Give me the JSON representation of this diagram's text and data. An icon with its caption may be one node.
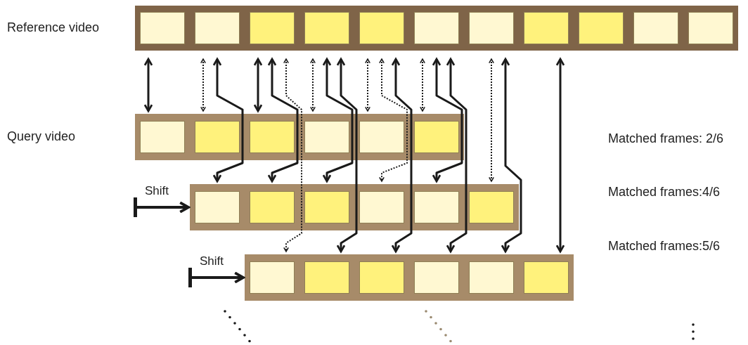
{
  "diagram": {
    "nodes": [
      {
        "text": [],
        "shape": "bar"
      },
      {
        "text": [],
        "shape": "box",
        "in": 0
      },
      {
        "text": [],
        "shape": "box",
        "in": 0
      },
      {
        "text": [],
        "shape": "box",
        "in": 0
      },
      {
        "text": [],
        "shape": "box",
        "in": 0
      },
      {
        "text": [],
        "shape": "box",
        "in": 0
      },
      {
        "text": [],
        "shape": "box",
        "in": 0
      },
      {
        "text": [],
        "shape": "box",
        "in": 0
      },
      {
        "text": [],
        "shape": "box",
        "in": 0
      },
      {
        "text": [],
        "shape": "box",
        "in": 0
      },
      {
        "text": [],
        "shape": "box",
        "in": 0
      },
      {
        "text": [],
        "shape": "box",
        "in": 0
      },
      {
        "text": [],
        "shape": "bar"
      },
      {
        "text": [],
        "shape": "box",
        "in": 12
      },
      {
        "text": [],
        "shape": "box",
        "in": 12
      },
      {
        "text": [],
        "shape": "box",
        "in": 12
      },
      {
        "text": [],
        "shape": "box",
        "in": 12
      },
      {
        "text": [],
        "shape": "box",
        "in": 12
      },
      {
        "text": [],
        "shape": "box",
        "in": 12
      },
      {
        "text": [],
        "shape": "bar"
      },
      {
        "text": [],
        "shape": "box",
        "in": 19
      },
      {
        "text": [],
        "shape": "box",
        "in": 19
      },
      {
        "text": [],
        "shape": "box",
        "in": 19
      },
      {
        "text": [],
        "shape": "box",
        "in": 19
      },
      {
        "text": [],
        "shape": "box",
        "in": 19
      },
      {
        "text": [],
        "shape": "box",
        "in": 19
      },
      {
        "text": [],
        "shape": "bar"
      },
      {
        "text": [],
        "shape": "box",
        "in": 26
      },
      {
        "text": [],
        "shape": "box",
        "in": 26
      },
      {
        "text": [],
        "shape": "box",
        "in": 26
      },
      {
        "text": [],
        "shape": "box",
        "in": 26
      },
      {
        "text": [],
        "shape": "box",
        "in": 26
      },
      {
        "text": [],
        "shape": "box",
        "in": 26
      }
    ],
    "edges": [
      {
        "from": 1,
        "to": 13,
        "arrow": "both"
      },
      {
        "from": 2,
        "to": 14,
        "arrow": "both",
        "style": "dashed"
      },
      {
        "from": 2,
        "to": 20,
        "arrow": "both"
      },
      {
        "from": 3,
        "to": 15,
        "arrow": "both"
      },
      {
        "from": 3,
        "to": 21,
        "arrow": "both"
      },
      {
        "from": 3,
        "to": 27,
        "arrow": "both",
        "style": "dashed"
      },
      {
        "from": 4,
        "to": 16,
        "arrow": "both",
        "style": "dashed"
      },
      {
        "from": 4,
        "to": 22,
        "arrow": "both"
      },
      {
        "from": 4,
        "to": 28,
        "arrow": "both"
      },
      {
        "from": 5,
        "to": 17,
        "arrow": "both",
        "style": "dashed"
      },
      {
        "from": 5,
        "to": 23,
        "arrow": "both",
        "style": "dashed"
      },
      {
        "from": 5,
        "to": 29,
        "arrow": "both"
      },
      {
        "from": 6,
        "to": 18,
        "arrow": "both",
        "style": "dashed"
      },
      {
        "from": 6,
        "to": 24,
        "arrow": "both"
      },
      {
        "from": 6,
        "to": 30,
        "arrow": "both"
      },
      {
        "from": 7,
        "to": 25,
        "arrow": "both",
        "style": "dashed"
      },
      {
        "from": 7,
        "to": 31,
        "arrow": "both"
      },
      {
        "from": 8,
        "to": 32,
        "arrow": "both"
      },
      {
        "from": null,
        "to": 19,
        "arrow": "to",
        "label": "Shift"
      },
      {
        "from": null,
        "to": 26,
        "arrow": "to",
        "label": "Shift"
      }
    ],
    "labels": [
      "Reference video",
      "Query video",
      "Matched frames: 2/6",
      "Matched frames:4/6",
      "Matched frames:5/6"
    ]
  }
}
